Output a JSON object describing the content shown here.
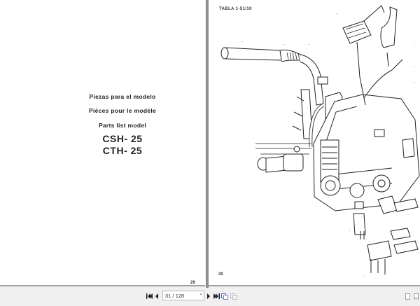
{
  "left_page": {
    "lines": [
      "Piezas para el modelo",
      "Pièces pour le modèle",
      "Parts list model"
    ],
    "models": [
      "CSH- 25",
      "CTH- 25"
    ],
    "page_number": "29"
  },
  "right_page": {
    "table_label": "TABLA 1-51/10",
    "page_number": "30",
    "figure": "exploded-engine-parts-diagram"
  },
  "toolbar": {
    "first_page": "first-page-icon",
    "prev_page": "previous-page-icon",
    "page_field": "31 / 128",
    "next_page": "next-page-icon",
    "last_page": "last-page-icon",
    "dual_page": "two-page-view-icon",
    "single_page": "single-page-view-icon",
    "fit_page": "fit-page-icon",
    "bookmark": "bookmark-icon"
  }
}
